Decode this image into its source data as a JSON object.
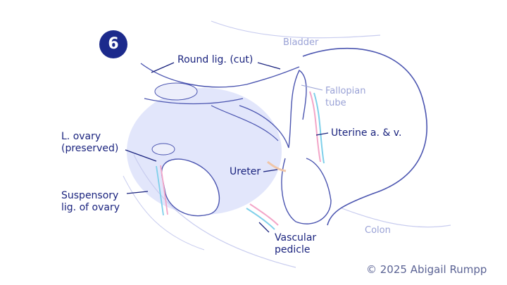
{
  "step_number": "6",
  "labels": {
    "round_lig": "Round lig. (cut)",
    "bladder": "Bladder",
    "fallopian_tube": "Fallopian\ntube",
    "uterine_av": "Uterine a. & v.",
    "l_ovary": "L. ovary\n(preserved)",
    "ureter": "Ureter",
    "suspensory_lig": "Suspensory\nlig. of ovary",
    "vascular_pedicle": "Vascular\npedicle",
    "colon": "Colon"
  },
  "credit": "© 2025 Abigail Rumpp",
  "colors": {
    "label_dark": "#1a237e",
    "label_faint": "#9aa2d6",
    "badge": "#1c2a8c",
    "tissue_fill": "#dfe3fb",
    "line": "#4b55b0",
    "vessel_pink": "#f3a6c8",
    "vessel_blue": "#7fd0ea"
  }
}
